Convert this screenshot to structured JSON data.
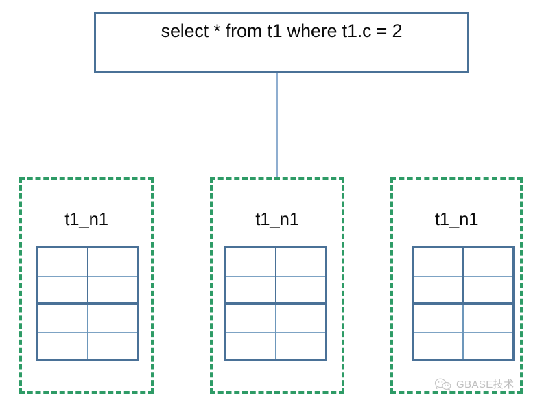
{
  "diagram": {
    "background_color": "#ffffff",
    "query": {
      "text": "select * from t1 where t1.c = 2",
      "border_color": "#4a7197"
    },
    "connector": {
      "color": "#8faed0",
      "from": "query-box",
      "to": "node-group-2"
    },
    "node_groups": [
      {
        "label": "t1_n1",
        "border_color": "#2e9b66",
        "border_style": "dashed",
        "table": {
          "rows": 4,
          "columns": 2,
          "outer_border_color": "#4a7197",
          "inner_line_color": "#7da3c4",
          "split_after_row": 2,
          "cells": [
            [
              "",
              ""
            ],
            [
              "",
              ""
            ],
            [
              "",
              ""
            ],
            [
              "",
              ""
            ]
          ]
        }
      },
      {
        "label": "t1_n1",
        "border_color": "#2e9b66",
        "border_style": "dashed",
        "table": {
          "rows": 4,
          "columns": 2,
          "outer_border_color": "#4a7197",
          "inner_line_color": "#7da3c4",
          "split_after_row": 2,
          "cells": [
            [
              "",
              ""
            ],
            [
              "",
              ""
            ],
            [
              "",
              ""
            ],
            [
              "",
              ""
            ]
          ]
        }
      },
      {
        "label": "t1_n1",
        "border_color": "#2e9b66",
        "border_style": "dashed",
        "table": {
          "rows": 4,
          "columns": 2,
          "outer_border_color": "#4a7197",
          "inner_line_color": "#7da3c4",
          "split_after_row": 2,
          "cells": [
            [
              "",
              ""
            ],
            [
              "",
              ""
            ],
            [
              "",
              ""
            ],
            [
              "",
              ""
            ]
          ]
        }
      }
    ],
    "watermark": {
      "icon": "wechat-icon",
      "text": "GBASE技术",
      "color": "#b9b9b9"
    }
  }
}
